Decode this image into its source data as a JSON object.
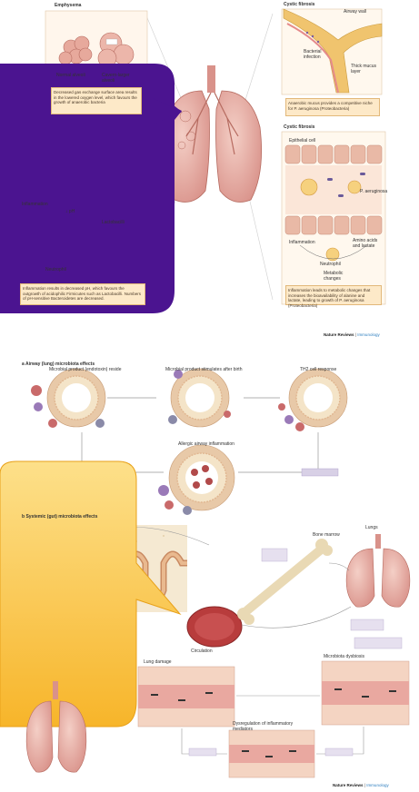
{
  "panels": {
    "emphysema": {
      "title": "Emphysema",
      "normal_label": "Normal alveoli",
      "large_label": "Cavern-larger alveoli",
      "note": "Decreased gas exchange surface area results in the lowered oxygen level, which favours the growth of anaerobic bacteria"
    },
    "cystic_top": {
      "title": "Cystic fibrosis",
      "airway_label": "Airway wall",
      "bacterial_label": "Bacterial infection",
      "mucus_label": "Thick mucus layer",
      "note": "Anaerobic mucus provides a competitive niche for P. aeruginosa (Proteobacteria)"
    },
    "cystic_bottom": {
      "title": "Cystic fibrosis",
      "epithelial_label": "Epithelial cell",
      "p_aeruginosa_label": "P. aeruginosa",
      "inflammation_label": "Inflammation",
      "amino_label": "Amino acids and lactate",
      "neutrophil_label": "Neutrophil",
      "metabolic_label": "Metabolic changes",
      "note": "Inflammation leads to metabolic changes that increases the bioavailability of alanine and lactate, leading to growth of P. aeruginosa (Proteobacteria)"
    },
    "left_mid": {
      "inflammation_label": "Inflammation",
      "ph_label": "↓ pH",
      "lactobacilli_label": "Lactobacilli",
      "neutrophil_label": "Neutrophil",
      "note": "Inflammation results in decreased pH, which favours the outgrowth of acidophilic Firmicutes such as Lactobacilli. Numbers of pH-sensitive Bacteroidetes are decreased."
    }
  },
  "credits": {
    "top": {
      "journal": "Nature Reviews",
      "section": "Immunology"
    },
    "bottom": {
      "journal": "Nature Reviews",
      "section": "Immunology"
    }
  },
  "section_a": {
    "title": "a  Airway (lung) microbiota effects",
    "stage1": "Microbial product (endotoxin) reside",
    "stage2": "Microbial product stimulates after birth",
    "stage3": "TH2 cell response",
    "center": "Allergic airway inflammation"
  },
  "section_b": {
    "title": "b  Systemic (gut) microbiota effects",
    "bone_marrow": "Bone marrow",
    "lungs": "Lungs",
    "circulation": "Circulation"
  },
  "section_c": {
    "lung_damage": "Lung damage",
    "microbiota_dysbiosis": "Microbiota dysbiosis",
    "inflammation_box": "Dysregulation of inflammatory mediators"
  },
  "colors": {
    "purple_callout": "#4b1490",
    "yellow_callout": "#fbca3a",
    "lung": "#e9b3a8",
    "tissue": "#f2c9b8"
  }
}
